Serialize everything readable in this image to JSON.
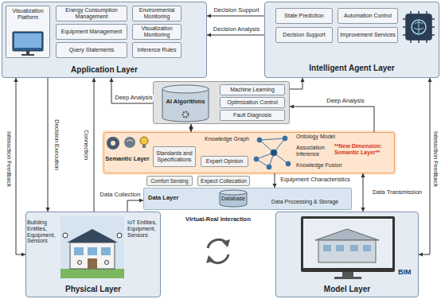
{
  "diagram": {
    "nodes": [
      {
        "text": [
          "Application Layer"
        ]
      },
      {
        "text": [
          "Visualization Platform"
        ],
        "in": 0
      },
      {
        "text": [
          "Energy Consumption Management"
        ],
        "in": 0
      },
      {
        "text": [
          "Environmental Monitoring"
        ],
        "in": 0
      },
      {
        "text": [
          "Equipment Management"
        ],
        "in": 0
      },
      {
        "text": [
          "Visualization Monitoring"
        ],
        "in": 0
      },
      {
        "text": [
          "Query Statements"
        ],
        "in": 0
      },
      {
        "text": [
          "Inference Rules"
        ],
        "in": 0
      },
      {
        "text": [
          "Intelligent Agent Layer"
        ]
      },
      {
        "text": [
          "State Prediction"
        ],
        "in": 8
      },
      {
        "text": [
          "Automation Control"
        ],
        "in": 8
      },
      {
        "text": [
          "Decision Support"
        ],
        "in": 8
      },
      {
        "text": [
          "Improvement Services"
        ],
        "in": 8
      },
      {
        "text": [
          "AI Algorithms"
        ]
      },
      {
        "text": [
          "Machine Learning"
        ],
        "in": 13
      },
      {
        "text": [
          "Optimization Control"
        ],
        "in": 13
      },
      {
        "text": [
          "Fault Diagnosis"
        ],
        "in": 13
      },
      {
        "text": [
          "Semantic Layer",
          "Knowledge Graph",
          "Ontology Model",
          "Association Inference",
          "Knowledge Fusion",
          "**New Dimension: Semantic Layer**"
        ]
      },
      {
        "text": [
          "Standards and Specifications"
        ],
        "in": 17
      },
      {
        "text": [
          "Expert Opinion"
        ],
        "in": 17
      },
      {
        "text": [
          "Comfort Sensing"
        ]
      },
      {
        "text": [
          "Expect Collecation"
        ]
      },
      {
        "text": [
          "Data Layer",
          "Data Processing & Storage"
        ]
      },
      {
        "text": [
          "Database"
        ],
        "in": 22
      },
      {
        "text": [
          "Physical Layer",
          "Building Entities, Equipment, Sensors",
          "IoT Entities, Equipment, Sensors"
        ]
      },
      {
        "text": [
          "Model Layer",
          "BIM"
        ]
      }
    ],
    "edges": [
      {
        "from": 8,
        "to": 0,
        "label": "Decision Support",
        "arrow": "to"
      },
      {
        "from": 8,
        "to": 0,
        "label": "Decision Analysis",
        "arrow": "to"
      },
      {
        "from": 0,
        "to": 24,
        "label": "Interaction Feedback",
        "arrow": "both"
      },
      {
        "from": 0,
        "to": 24,
        "label": "Decision Execution",
        "arrow": "to"
      },
      {
        "from": 24,
        "to": 0,
        "label": "Connection",
        "arrow": "to"
      },
      {
        "from": 13,
        "to": 0,
        "label": "Deep Analysis",
        "arrow": "to"
      },
      {
        "from": 13,
        "to": 8,
        "arrow": "to"
      },
      {
        "from": 17,
        "to": 13,
        "label": "Deep Analysis",
        "arrow": "to"
      },
      {
        "from": 13,
        "to": 17,
        "arrow": "both"
      },
      {
        "from": 17,
        "to": 22,
        "label": "Equipment Characteristics",
        "arrow": "to"
      },
      {
        "from": 24,
        "to": 22,
        "label": "Data Collection",
        "arrow": "to"
      },
      {
        "from": 17,
        "to": 25,
        "label": "Data Transmission",
        "arrow": "both"
      },
      {
        "from": 8,
        "to": 25,
        "label": "Interaction Feedback",
        "arrow": "both"
      }
    ],
    "labels": [
      "Virtual-Real Interaction"
    ]
  }
}
